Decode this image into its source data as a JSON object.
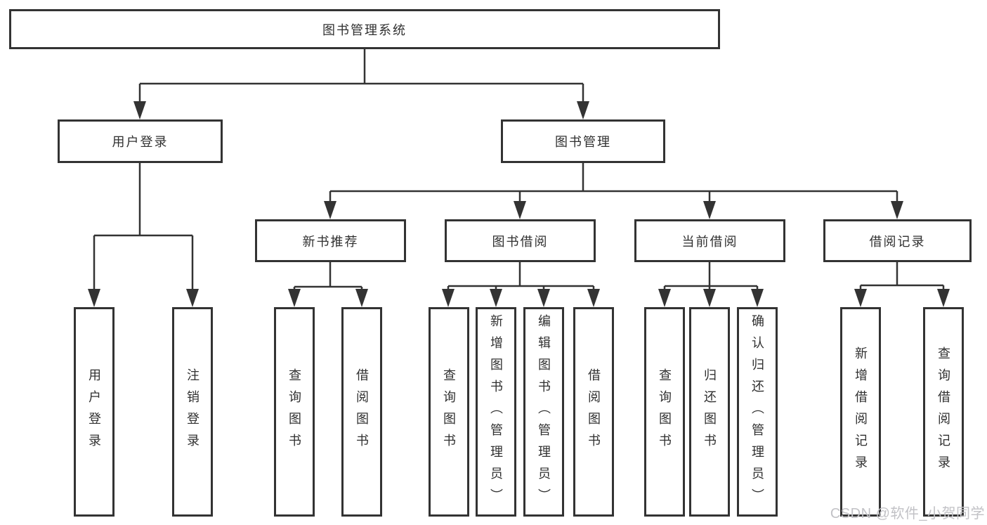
{
  "tree": {
    "root": "图书管理系统",
    "branches": {
      "user_login": {
        "label": "用户登录",
        "children": [
          "用户登录",
          "注销登录"
        ]
      },
      "book_mgmt": {
        "label": "图书管理",
        "children": {
          "new_books": {
            "label": "新书推荐",
            "children": [
              "查询图书",
              "借阅图书"
            ]
          },
          "book_borrow": {
            "label": "图书借阅",
            "children": [
              "查询图书",
              "新增图书（管理员）",
              "编辑图书（管理员）",
              "借阅图书"
            ]
          },
          "current_borrow": {
            "label": "当前借阅",
            "children": [
              "查询图书",
              "归还图书",
              "确认归还（管理员）"
            ]
          },
          "borrow_records": {
            "label": "借阅记录",
            "children": [
              "新增借阅记录",
              "查询借阅记录"
            ]
          }
        }
      }
    }
  },
  "watermark": "CSDN @软件_小贺同学",
  "colors": {
    "line": "#333333",
    "text": "#303030",
    "background": "#ffffff",
    "watermark": "#c2c2c6"
  }
}
